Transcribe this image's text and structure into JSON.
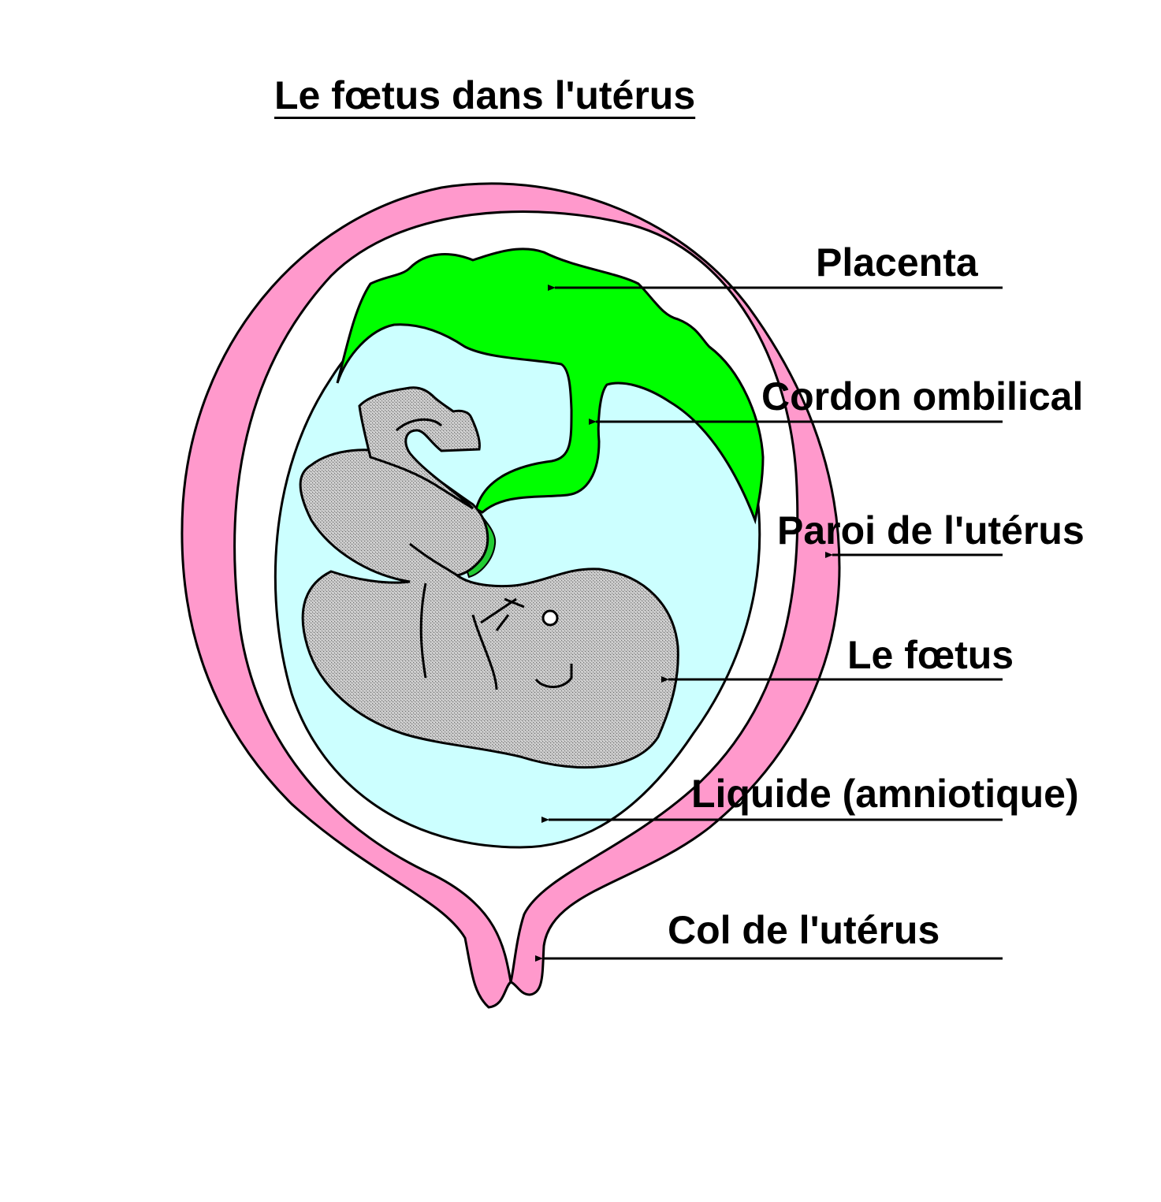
{
  "title": "Le fœtus dans l'utérus",
  "labels": {
    "placenta": "Placenta",
    "cordon": "Cordon ombilical",
    "paroi": "Paroi de l'utérus",
    "foetus": "Le fœtus",
    "liquide": "Liquide (amniotique)",
    "col": "Col de l'utérus"
  },
  "colors": {
    "uterus_wall": "#ff99cc",
    "placenta": "#00ff00",
    "amniotic_fluid": "#ccffff",
    "fetus": "#b8b8b8",
    "outline": "#000000"
  }
}
